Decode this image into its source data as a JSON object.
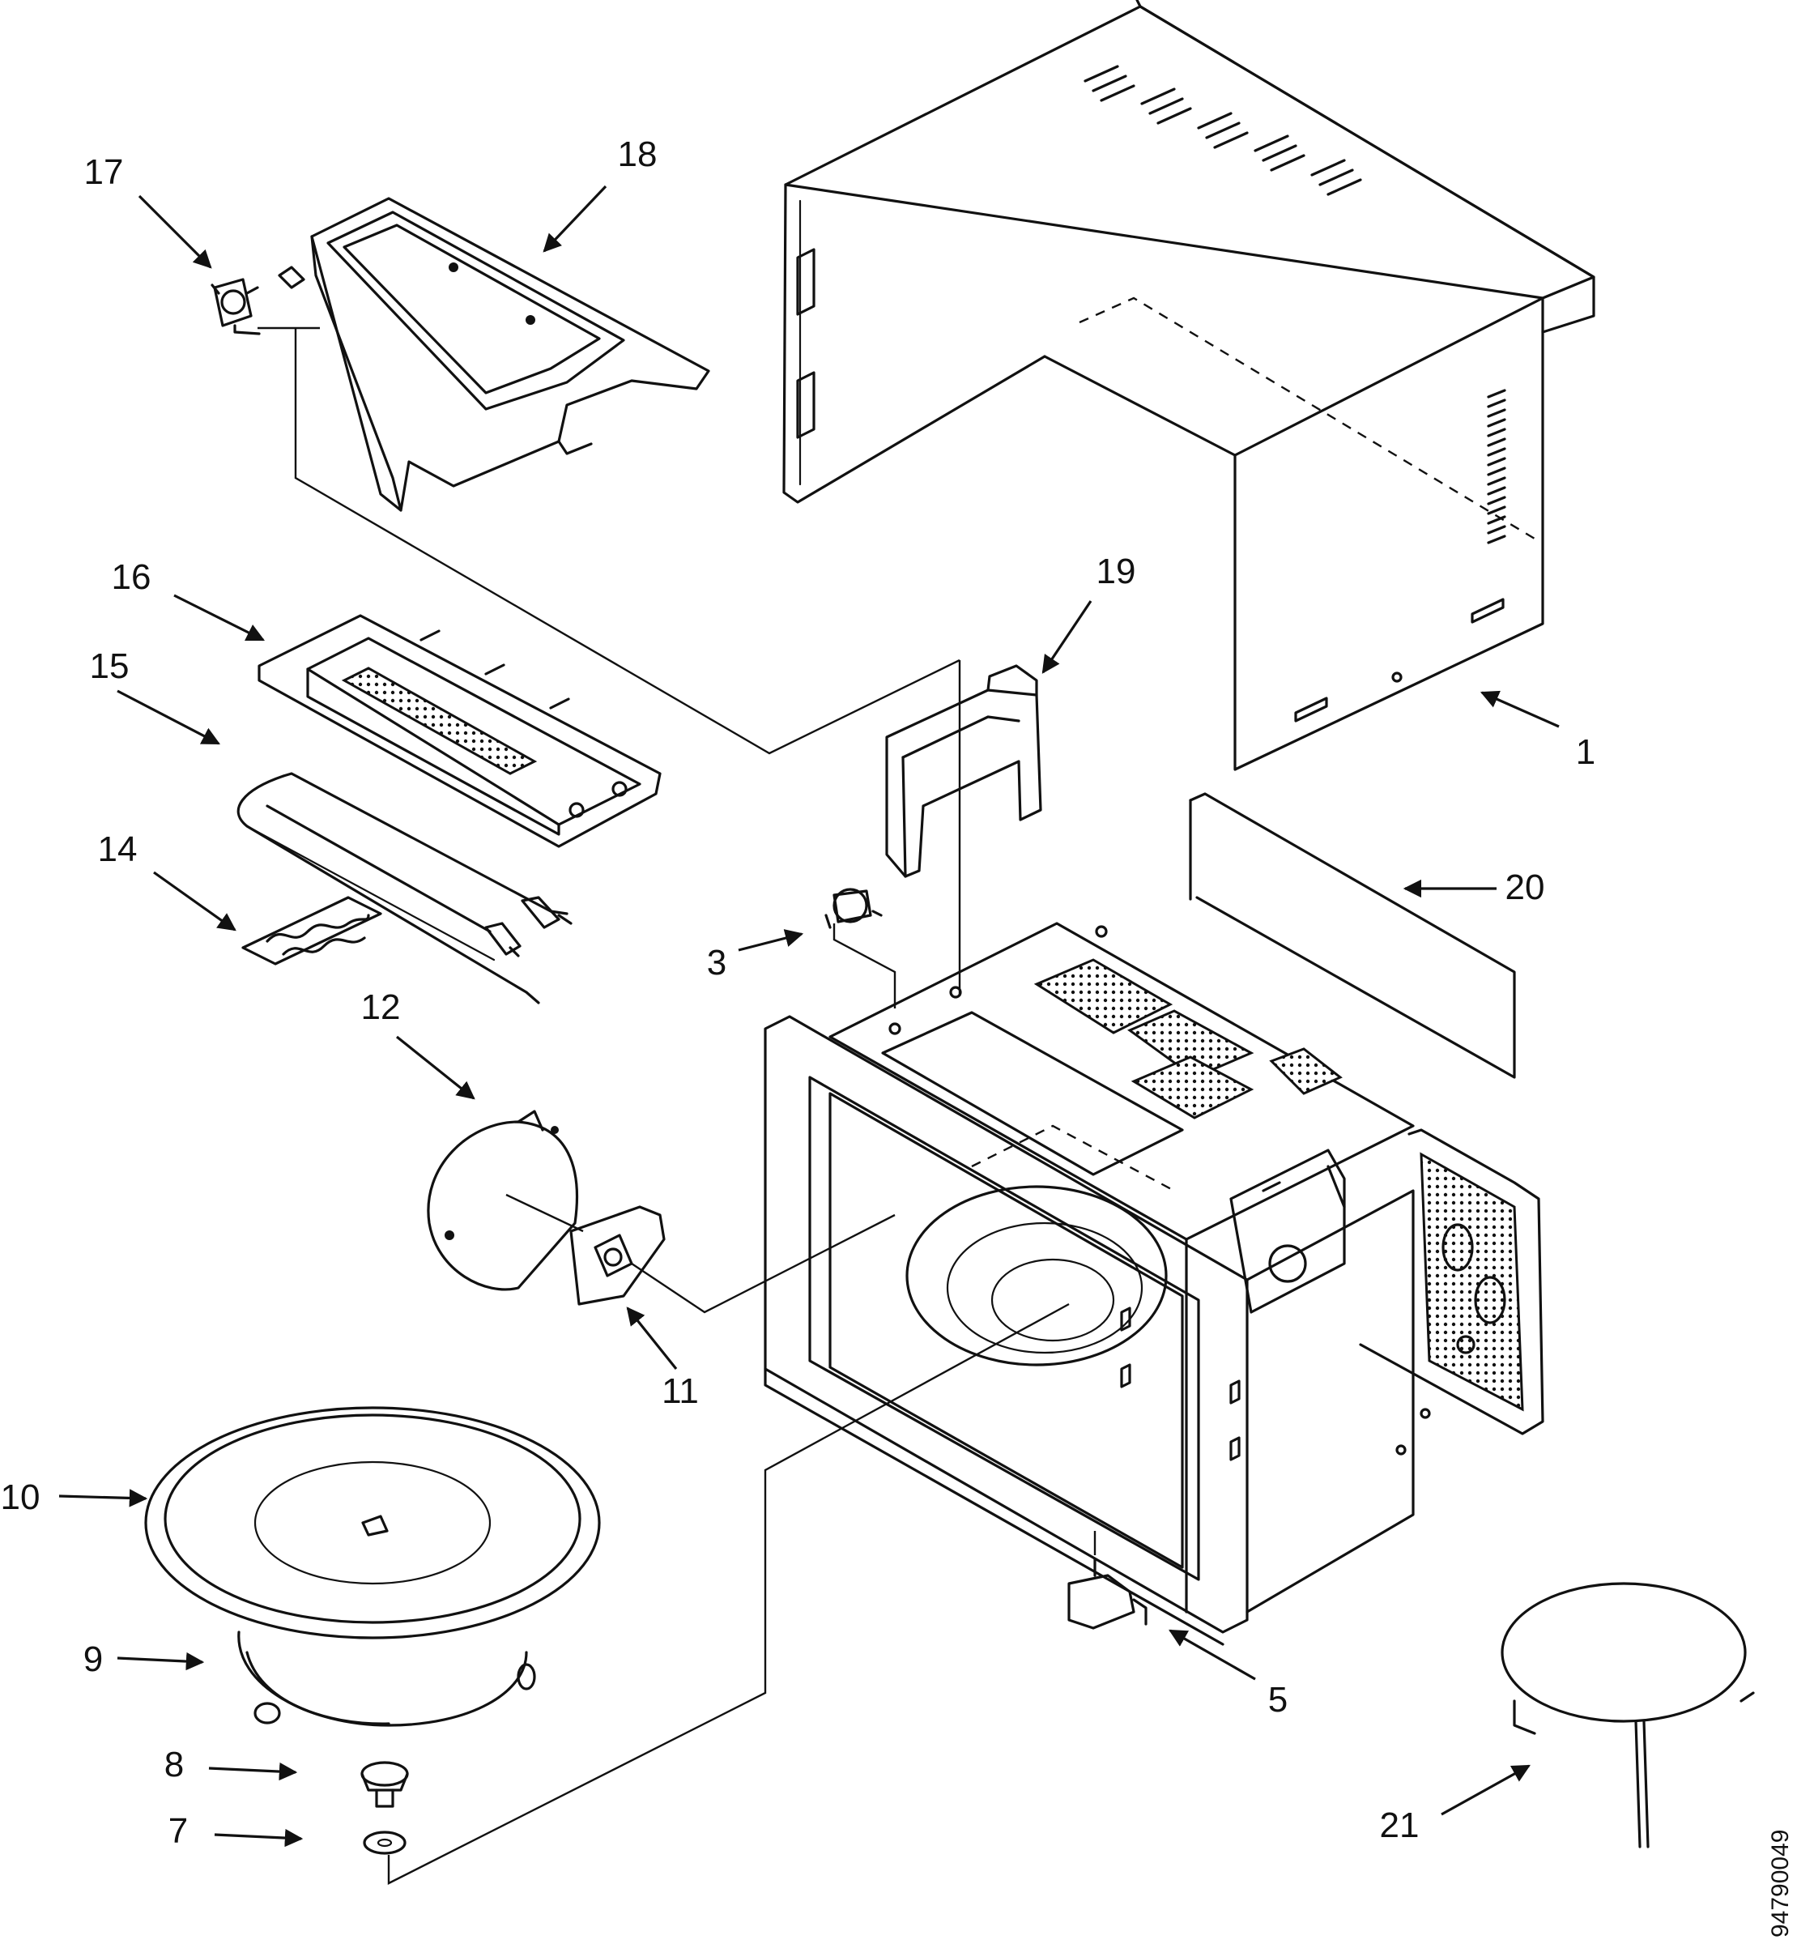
{
  "document_id": "94790049",
  "callouts": [
    {
      "id": "1",
      "label": "1"
    },
    {
      "id": "3",
      "label": "3"
    },
    {
      "id": "5",
      "label": "5"
    },
    {
      "id": "7",
      "label": "7"
    },
    {
      "id": "8",
      "label": "8"
    },
    {
      "id": "9",
      "label": "9"
    },
    {
      "id": "10",
      "label": "10"
    },
    {
      "id": "11",
      "label": "11"
    },
    {
      "id": "12",
      "label": "12"
    },
    {
      "id": "14",
      "label": "14"
    },
    {
      "id": "15",
      "label": "15"
    },
    {
      "id": "16",
      "label": "16"
    },
    {
      "id": "17",
      "label": "17"
    },
    {
      "id": "18",
      "label": "18"
    },
    {
      "id": "19",
      "label": "19"
    },
    {
      "id": "20",
      "label": "20"
    },
    {
      "id": "21",
      "label": "21"
    }
  ]
}
